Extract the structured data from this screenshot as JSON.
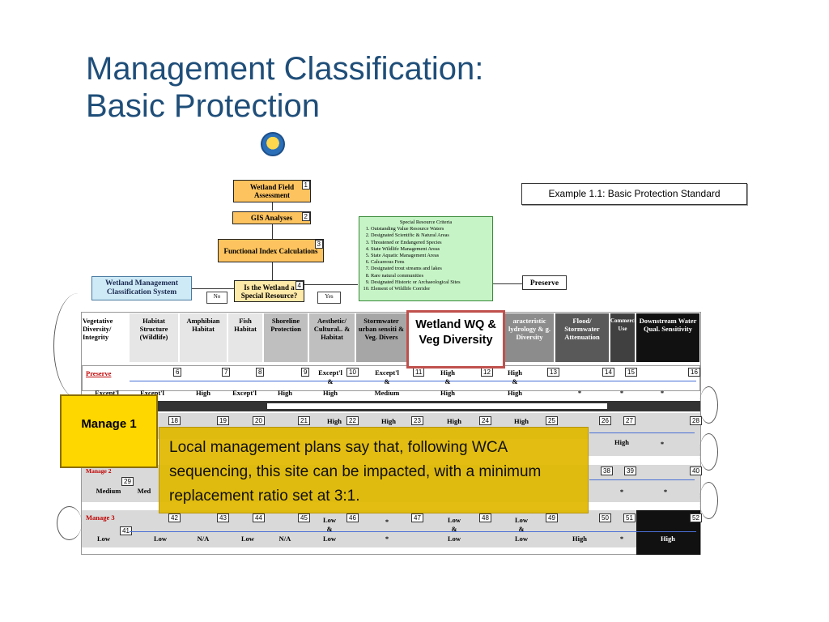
{
  "slide": {
    "title_line1": "Management Classification:",
    "title_line2": "Basic Protection"
  },
  "flow": {
    "field_assessment": "Wetland Field Assessment",
    "field_num": "1",
    "gis": "GIS Analyses",
    "gis_num": "2",
    "functional": "Functional Index Calculations",
    "functional_num": "3",
    "decision": "Is the Wetland a Special Resource?",
    "decision_num": "4",
    "no": "No",
    "yes": "Yes",
    "wmcs": "Wetland Management Classification System",
    "preserve": "Preserve",
    "example": "Example 1.1: Basic Protection Standard",
    "criteria_title": "Special Resource Criteria",
    "criteria": [
      "Outstanding Value Resource Waters",
      "Designated Scientific & Natural Areas",
      "Threatened or Endangered Species",
      "State Wildlife Management Areas",
      "State Aquatic Management Areas",
      "Calcareous Fens",
      "Designated trout streams and lakes",
      "Rare natural communities",
      "Designated Historic or Archaeological Sites",
      "Element of Wildlife Corridor"
    ]
  },
  "table": {
    "headers": [
      "Vegetative Diversity/ Integrity",
      "Habitat Structure (Wildlife)",
      "Amphibian Habitat",
      "Fish Habitat",
      "Shoreline Protection",
      "Aesthetic/ Cultural.. & Habitat",
      "Stormwater urban sensiti & Veg. Divers",
      "",
      "aracteristic lydrology & g. Diversity",
      "Flood/ Stormwater Attenuation",
      "Commercial Use",
      "Downstream Water Qual. Sensitivity"
    ],
    "preserve_label": "Preserve",
    "preserve_nums": [
      "6",
      "7",
      "8",
      "9",
      "10",
      "11",
      "12",
      "13",
      "14",
      "15",
      "16"
    ],
    "preserve_top": [
      "Except'l",
      "Except'l",
      "High",
      "High"
    ],
    "preserve_amp": [
      "&",
      "&",
      "&",
      "&"
    ],
    "preserve_vals": [
      "Except'l",
      "Except'l",
      "High",
      "Except'l",
      "High",
      "High",
      "Medium",
      "High",
      "High",
      "*",
      "*",
      "*"
    ],
    "manage1_nums": [
      "18",
      "19",
      "20",
      "21",
      "22",
      "23",
      "24",
      "25",
      "26",
      "27",
      "28"
    ],
    "manage1_vals": [
      "High",
      "High",
      "High",
      "High"
    ],
    "manage1_tail": [
      "Hig",
      "*"
    ],
    "manage1_high": "High",
    "manage2_label": "Manage 2",
    "manage2_nums": [
      "29",
      "38",
      "39",
      "40"
    ],
    "manage2_vals": [
      "Medium",
      "Med",
      "*",
      "*"
    ],
    "manage3_label": "Manage 3",
    "manage3_nums": [
      "41",
      "42",
      "43",
      "44",
      "45",
      "46",
      "47",
      "48",
      "49",
      "50",
      "51",
      "52"
    ],
    "manage3_top": [
      "Low",
      "*",
      "Low",
      "Low"
    ],
    "manage3_amp": [
      "&",
      "&",
      "&"
    ],
    "manage3_vals": [
      "Low",
      "Low",
      "N/A",
      "Low",
      "N/A",
      "Low",
      "*",
      "Low",
      "Low",
      "High",
      "*",
      "High"
    ]
  },
  "callouts": {
    "wetland": "Wetland WQ & Veg Diversity",
    "manage1": "Manage 1",
    "note": "Local management plans say that, following WCA sequencing, this site can be impacted, with a minimum replacement ratio set at 3:1."
  },
  "icons": {
    "logo": "logo-icon"
  }
}
